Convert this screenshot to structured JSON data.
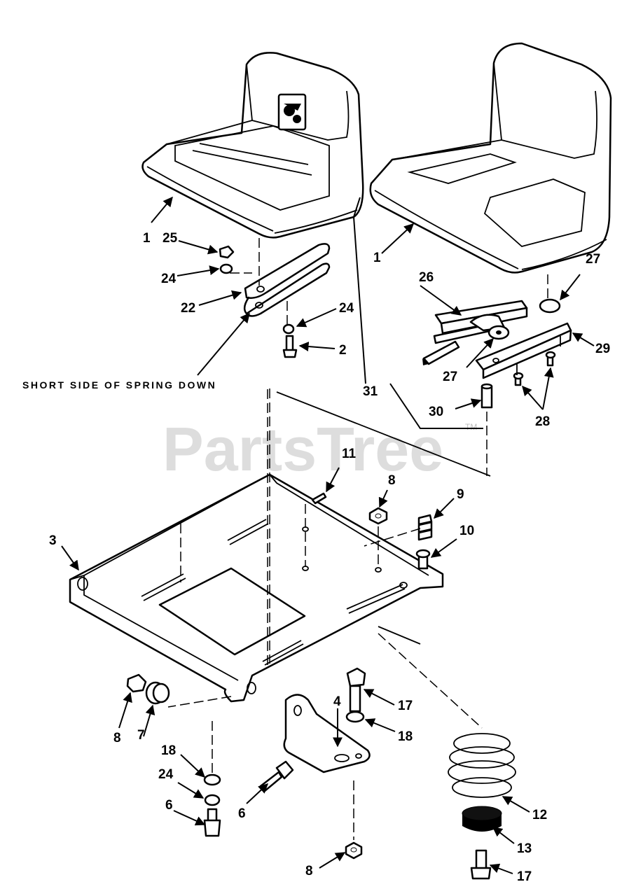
{
  "watermark": {
    "text": "PartsTree",
    "trademark": "TM"
  },
  "caption": "SHORT SIDE OF SPRING DOWN",
  "callouts": {
    "c1a": "1",
    "c1b": "1",
    "c2": "2",
    "c3": "3",
    "c4": "4",
    "c6a": "6",
    "c6b": "6",
    "c7": "7",
    "c8a": "8",
    "c8b": "8",
    "c8c": "8",
    "c9": "9",
    "c10": "10",
    "c11": "11",
    "c12": "12",
    "c13": "13",
    "c17a": "17",
    "c17b": "17",
    "c18a": "18",
    "c18b": "18",
    "c22": "22",
    "c24a": "24",
    "c24b": "24",
    "c24c": "24",
    "c25": "25",
    "c26": "26",
    "c27a": "27",
    "c27b": "27",
    "c28": "28",
    "c29": "29",
    "c30": "30",
    "c31": "31"
  },
  "icons": {
    "seat_logo": "mower-brand-logo-icon"
  }
}
